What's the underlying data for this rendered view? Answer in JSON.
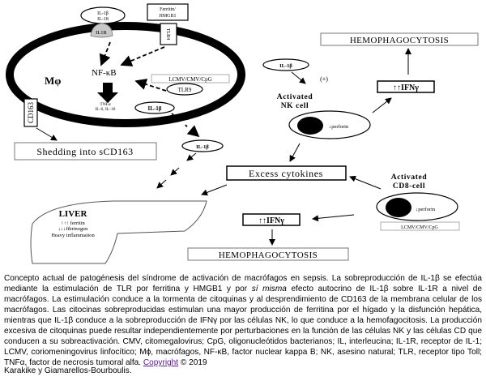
{
  "diagram": {
    "macrophage_label": "Mφ",
    "il1b_il18": [
      "IL-1β",
      "IL-18"
    ],
    "il1r": "IL1R",
    "ferritin_hmgb1": [
      "Ferritin/",
      "HMGB1"
    ],
    "tlr4": "TLR4",
    "nfkb": "NF-κB",
    "outputs": [
      "TNFα",
      "IL-6, IL-18"
    ],
    "lcmv_top": "LCMV/CMV/CpG",
    "tlr9": "TLR9",
    "il1b_inner": "IL-1β",
    "cd163": "CD163",
    "shedding": "Shedding into sCD163",
    "il1b_outer": "IL-1β",
    "il1b_nk": "IL-1β",
    "plus": "(+)",
    "nk_cell": [
      "Activated",
      "NK cell"
    ],
    "perforin_nk": "↓perforin",
    "ifng_top": "↑↑IFNγ",
    "hemophagocytosis_top": "HEMOPHAGOCYTOSIS",
    "excess_cytokines": "Excess cytokines",
    "cd8_cell": [
      "Activated",
      "CD8-cell"
    ],
    "perforin_cd8": "↓perforin",
    "lcmv_bottom": "LCMV/CMV/CpG",
    "ifng_bottom": "↑↑IFNγ",
    "hemophagocytosis_bottom": "HEMOPHAGOCYTOSIS",
    "liver": {
      "title": "LIVER",
      "lines": [
        "↑↑↑ ferritin",
        "↓↓↓fibrinogen",
        "Heavy  inflammation"
      ]
    }
  },
  "caption": {
    "part1": "Concepto actual de patogénesis del síndrome de activación de macrófagos en sepsis. La sobreproducción de IL-1β se efectúa mediante la estimulación de TLR por ferritina y HMGB1 y por ",
    "italic": "sí misma",
    "part2": " efecto autocrino de IL-1β sobre IL-1R a nivel de macrófagos. La estimulación conduce a la tormenta de citoquinas y al desprendimiento de CD163 de la membrana celular de los macrófagos. Las citocinas sobreproducidas estimulan una mayor producción de ferritina por el hígado y la disfunción hepática, mientras que IL-1β conduce a la sobreproducción de IFNγ por las células NK, lo que conduce a la hemofagocitosis. La producción excesiva de citoquinas puede resultar independientemente por perturbaciones en la función de las células NK y las células CD que conducen a su sobreactivación. CMV, citomegalovirus; CpG, oligonucleótidos bacterianos; IL, interleucina; IL-1R, receptor de IL-1; LCMV, coriomeningovirus linfocítico; Mϕ, macrófagos, NF-κB, factor nuclear kappa B; NK, asesino natural; TLR, receptor tipo Toll; TNFα, factor de necrosis tumoral alfa. ",
    "link": "Copyright",
    "part3": " © 2019",
    "credit": "Karakike y Giamarellos-Bourboulis."
  }
}
